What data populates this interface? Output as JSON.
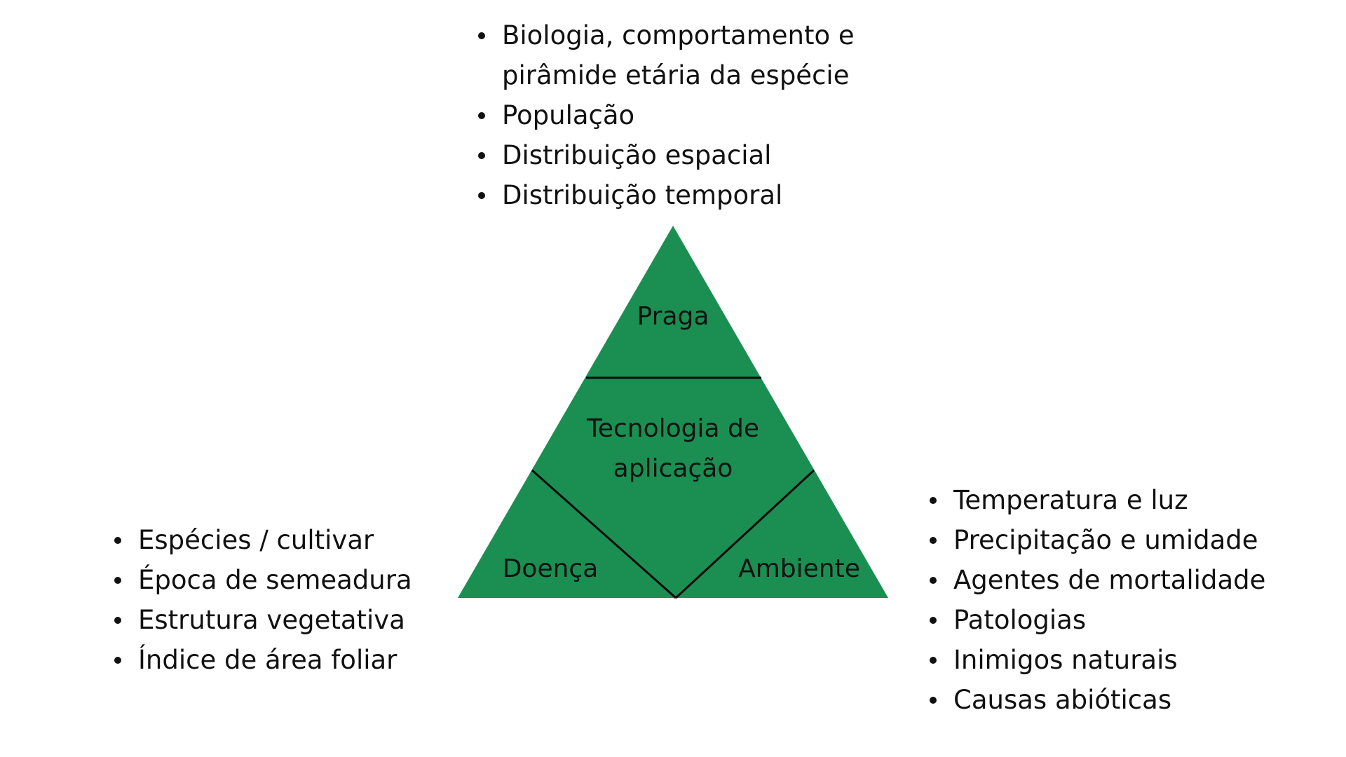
{
  "triangle": {
    "fill_color": "#1b8f52",
    "top": "Praga",
    "center_line1": "Tecnologia de",
    "center_line2": "aplicação",
    "bottom_left": "Doença",
    "bottom_right": "Ambiente"
  },
  "top_list": [
    "Biologia, comportamento e",
    "pirâmide etária da espécie",
    "População",
    "Distribuição espacial",
    "Distribuição temporal"
  ],
  "left_list": [
    "Espécies / cultivar",
    "Época de semeadura",
    "Estrutura vegetativa",
    "Índice de área foliar"
  ],
  "right_list": [
    "Temperatura e luz",
    "Precipitação e umidade",
    "Agentes de mortalidade",
    "Patologias",
    "Inimigos naturais",
    "Causas abióticas"
  ]
}
